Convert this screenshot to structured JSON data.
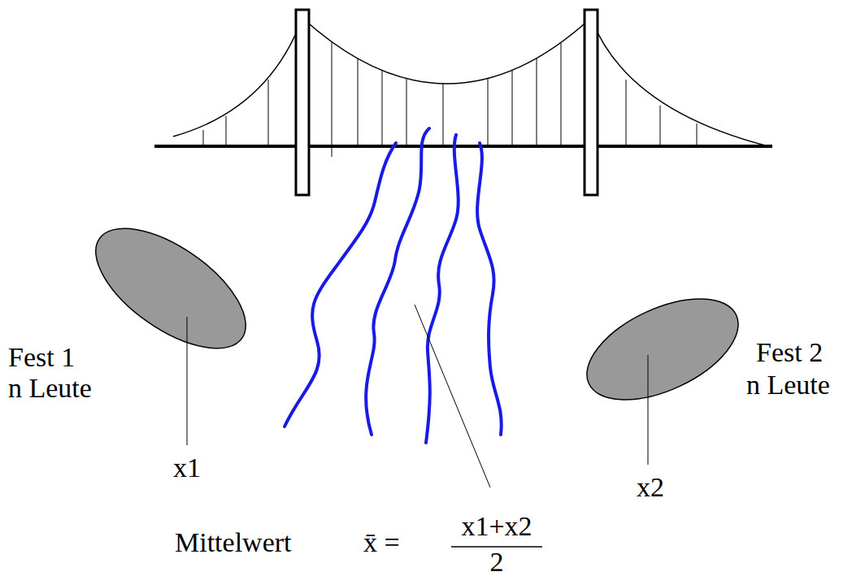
{
  "diagram": {
    "labels": [
      "Fest 1",
      "n Leute",
      "x1",
      "Fest 2",
      "n Leute",
      "x2",
      "Mittelwert",
      "x̄ =",
      "x1+x2",
      "2"
    ]
  }
}
